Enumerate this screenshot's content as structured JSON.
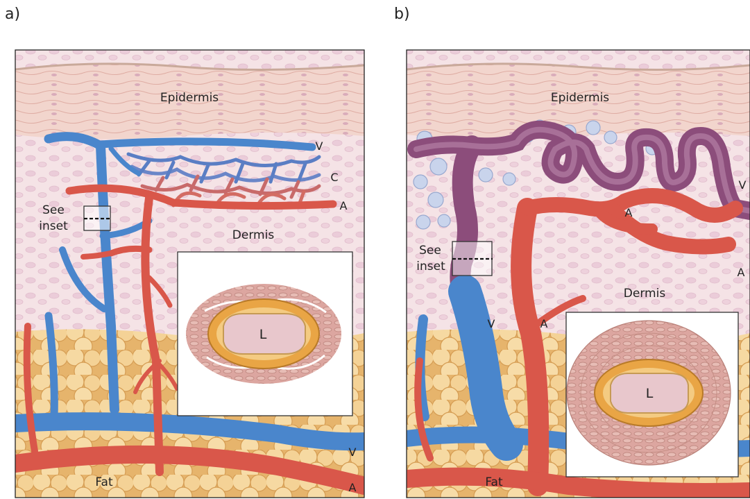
{
  "panels": [
    {
      "letter": "a)",
      "labels": {
        "epidermis": "Epidermis",
        "dermis": "Dermis",
        "fat": "Fat",
        "see_inset": [
          "See",
          "inset"
        ],
        "vessel_V": "V",
        "vessel_C": "C",
        "vessel_A": "A",
        "bottom_V": "V",
        "bottom_A": "A",
        "lumen": "L"
      }
    },
    {
      "letter": "b)",
      "labels": {
        "epidermis": "Epidermis",
        "dermis": "Dermis",
        "fat": "Fat",
        "see_inset": [
          "See",
          "inset"
        ],
        "right_V": "V",
        "right_A": "A",
        "mid_A": "A",
        "vein_V": "V",
        "artery_A": "A",
        "lumen": "L"
      }
    }
  ],
  "colors": {
    "vein": "#4a86cc",
    "artery": "#d9574a",
    "tortuous_vessel": "#8a4d7a",
    "dermis": "#f2dde0",
    "epidermis": "#f0d3cc",
    "fat": "#f3cf8a",
    "lumen": "#e8c7cc"
  }
}
